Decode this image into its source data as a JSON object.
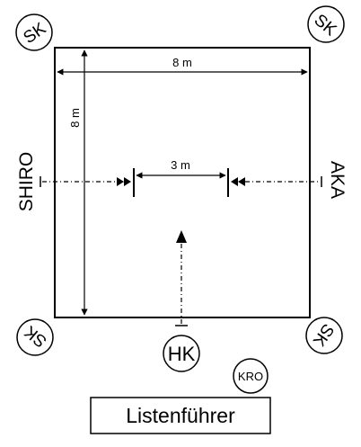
{
  "diagram": {
    "area_width_label": "8 m",
    "area_height_label": "8 m",
    "start_distance_label": "3 m",
    "left_side_label": "SHIRO",
    "right_side_label": "AKA",
    "corner_judge_label": "SK",
    "main_judge_label": "HK",
    "referee_label": "KRO",
    "scorekeeper_label": "Listenführer"
  }
}
